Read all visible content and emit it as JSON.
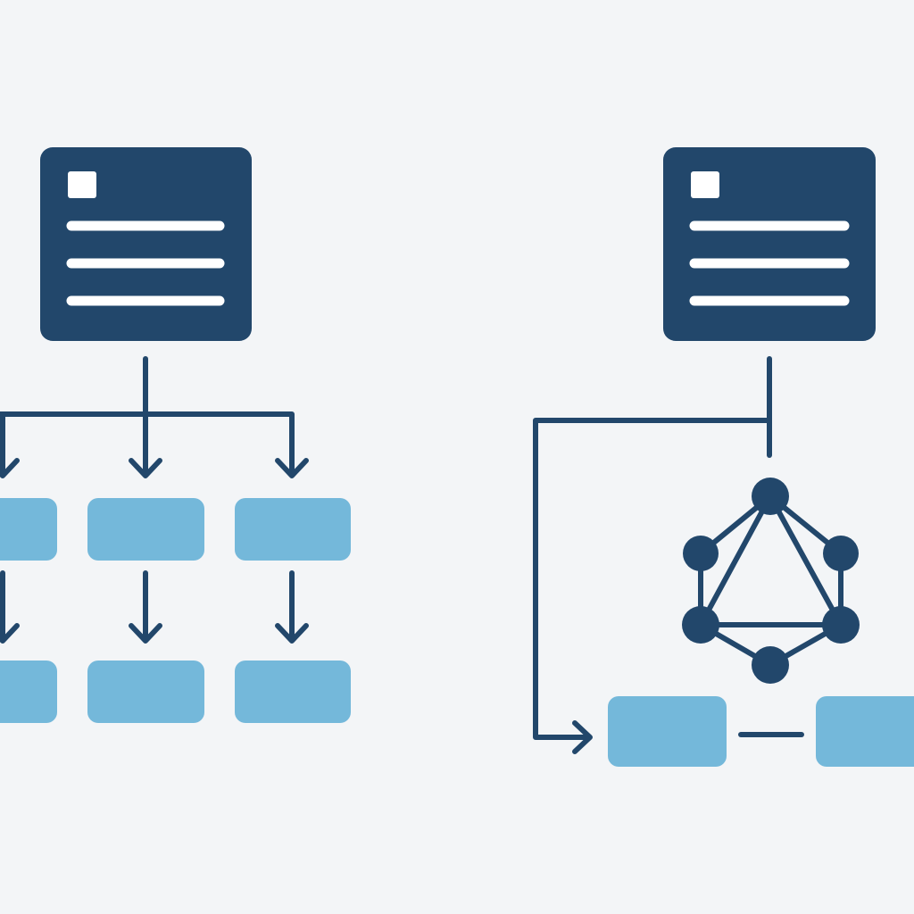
{
  "colors": {
    "background": "#f3f5f7",
    "dark_navy": "#22476b",
    "light_blue": "#74b8da",
    "white": "#ffffff"
  },
  "left_diagram": {
    "source_icon": "document-icon",
    "pattern": "fan-out-tree",
    "rows_of_boxes": 2,
    "columns_of_boxes": 3
  },
  "right_diagram": {
    "source_icon": "document-icon",
    "center_icon": "graphql-icon",
    "bottom_boxes": 2
  }
}
